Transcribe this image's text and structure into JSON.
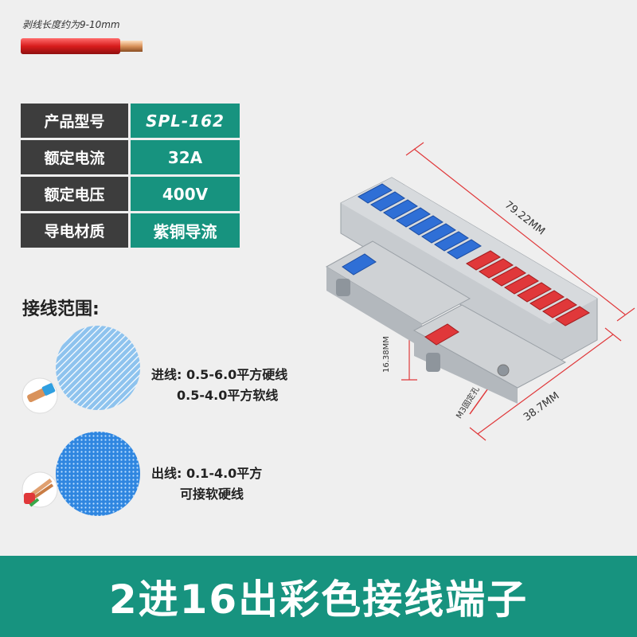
{
  "strip": {
    "label": "剥线长度约为9-10mm"
  },
  "specs": [
    {
      "key": "产品型号",
      "value": "SPL-162"
    },
    {
      "key": "额定电流",
      "value": "32A"
    },
    {
      "key": "额定电压",
      "value": "400V"
    },
    {
      "key": "导电材质",
      "value": "紫铜导流"
    }
  ],
  "range": {
    "title": "接线范围:",
    "input_line1": "进线: 0.5-6.0平方硬线",
    "input_line2": "0.5-4.0平方软线",
    "output_line1": "出线: 0.1-4.0平方",
    "output_line2": "可接软硬线"
  },
  "dimensions": {
    "length": "79.22MM",
    "width": "38.7MM",
    "height": "16.38MM",
    "hole": "M3固定孔"
  },
  "footer": {
    "title": "2进16出彩色接线端子"
  },
  "colors": {
    "teal": "#17937f",
    "dark": "#3d3d3d",
    "blue_lever": "#2f6fd6",
    "red_lever": "#e0383a",
    "housing": "#c7cbcf"
  }
}
